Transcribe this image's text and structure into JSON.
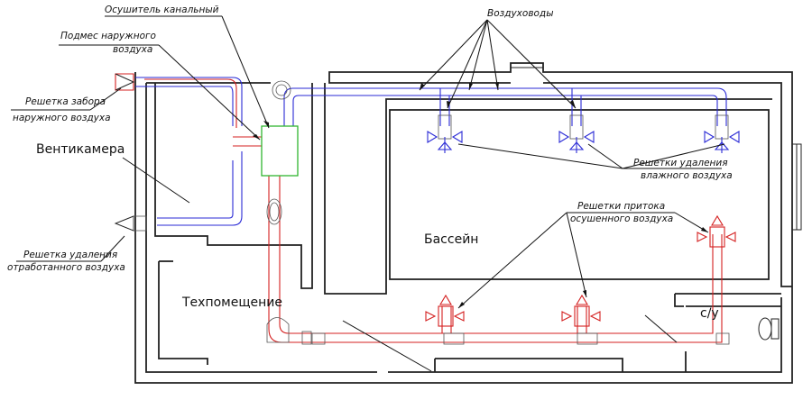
{
  "labels": {
    "dryer": "Осушитель канальный",
    "outdoor_mix_1": "Подмес наружного",
    "outdoor_mix_2": "воздуха",
    "intake_grille_1": "Решетка забора",
    "intake_grille_2": "наружного воздуха",
    "vent_room": "Вентикамера",
    "exhaust_grille_1": "Решетка удаления",
    "exhaust_grille_2": "отработанного воздуха",
    "ducts": "Воздуховоды",
    "humid_exhaust_1": "Решетки удаления",
    "humid_exhaust_2": "влажного воздуха",
    "supply_grilles_1": "Решетки притока",
    "supply_grilles_2": "осушенного воздуха",
    "pool": "Бассейн",
    "tech_room": "Техпомещение",
    "wc": "с/у"
  },
  "colors": {
    "supply_duct": "#d42020",
    "return_duct": "#2a2ad6",
    "dryer_unit": "#2fb52f",
    "walls": "#222222"
  }
}
